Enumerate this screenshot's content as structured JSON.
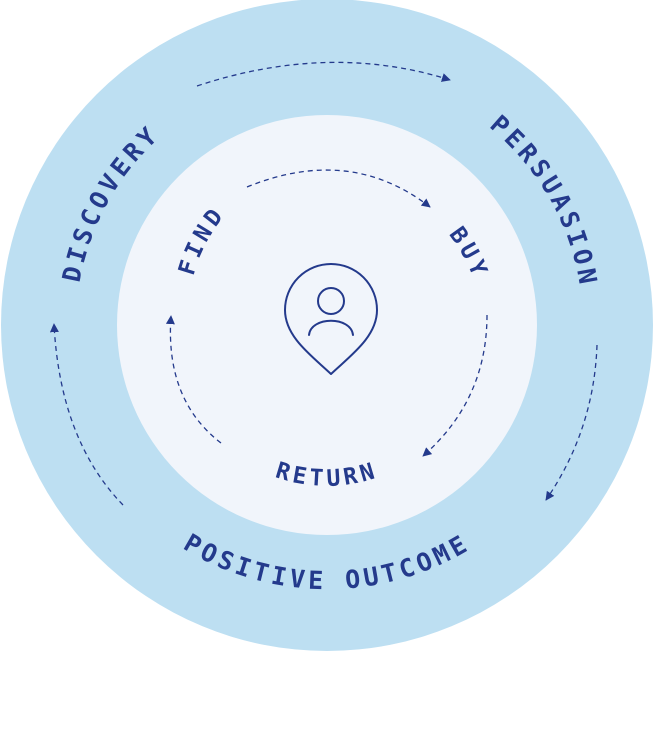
{
  "diagram": {
    "colors": {
      "outer_ring": "#bddff2",
      "inner_circle": "#f1f5fb",
      "accent": "#243a8c"
    },
    "outer_cycle": [
      {
        "label": "DISCOVERY"
      },
      {
        "label": "PERSUASION"
      },
      {
        "label": "POSITIVE OUTCOME"
      }
    ],
    "inner_cycle": [
      {
        "label": "FIND"
      },
      {
        "label": "BUY"
      },
      {
        "label": "RETURN"
      }
    ],
    "center_icon": "person-location-pin-icon"
  }
}
